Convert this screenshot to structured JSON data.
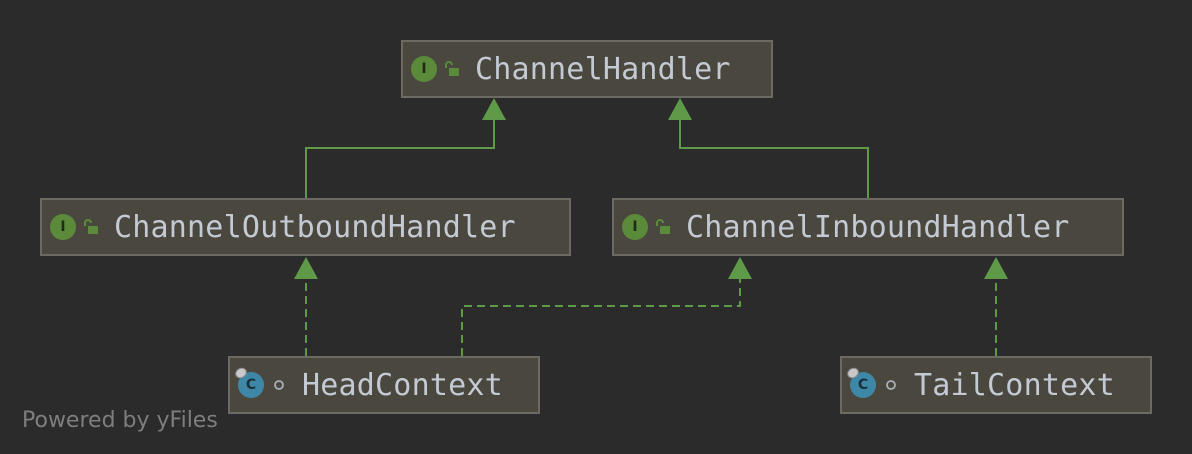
{
  "diagram": {
    "nodes": [
      {
        "id": "channel-handler",
        "kind": "interface",
        "kind_letter": "I",
        "visibility_icon": "unlocked-public-icon",
        "name": "ChannelHandler"
      },
      {
        "id": "channel-outbound-handler",
        "kind": "interface",
        "kind_letter": "I",
        "visibility_icon": "unlocked-public-icon",
        "name": "ChannelOutboundHandler"
      },
      {
        "id": "channel-inbound-handler",
        "kind": "interface",
        "kind_letter": "I",
        "visibility_icon": "unlocked-public-icon",
        "name": "ChannelInboundHandler"
      },
      {
        "id": "head-context",
        "kind": "class",
        "kind_letter": "C",
        "visibility_icon": "package-private-icon",
        "name": "HeadContext"
      },
      {
        "id": "tail-context",
        "kind": "class",
        "kind_letter": "C",
        "visibility_icon": "package-private-icon",
        "name": "TailContext"
      }
    ],
    "edges": [
      {
        "from": "channel-outbound-handler",
        "to": "channel-handler",
        "relation": "extends"
      },
      {
        "from": "channel-inbound-handler",
        "to": "channel-handler",
        "relation": "extends"
      },
      {
        "from": "head-context",
        "to": "channel-outbound-handler",
        "relation": "implements"
      },
      {
        "from": "head-context",
        "to": "channel-inbound-handler",
        "relation": "implements"
      },
      {
        "from": "tail-context",
        "to": "channel-inbound-handler",
        "relation": "implements"
      }
    ],
    "colors": {
      "background": "#2b2b2b",
      "node_fill": "#4a473f",
      "node_border": "#6d6a63",
      "edge": "#5f9a48",
      "label": "#c3cad3"
    }
  },
  "footer": {
    "text": "Powered by yFiles"
  }
}
